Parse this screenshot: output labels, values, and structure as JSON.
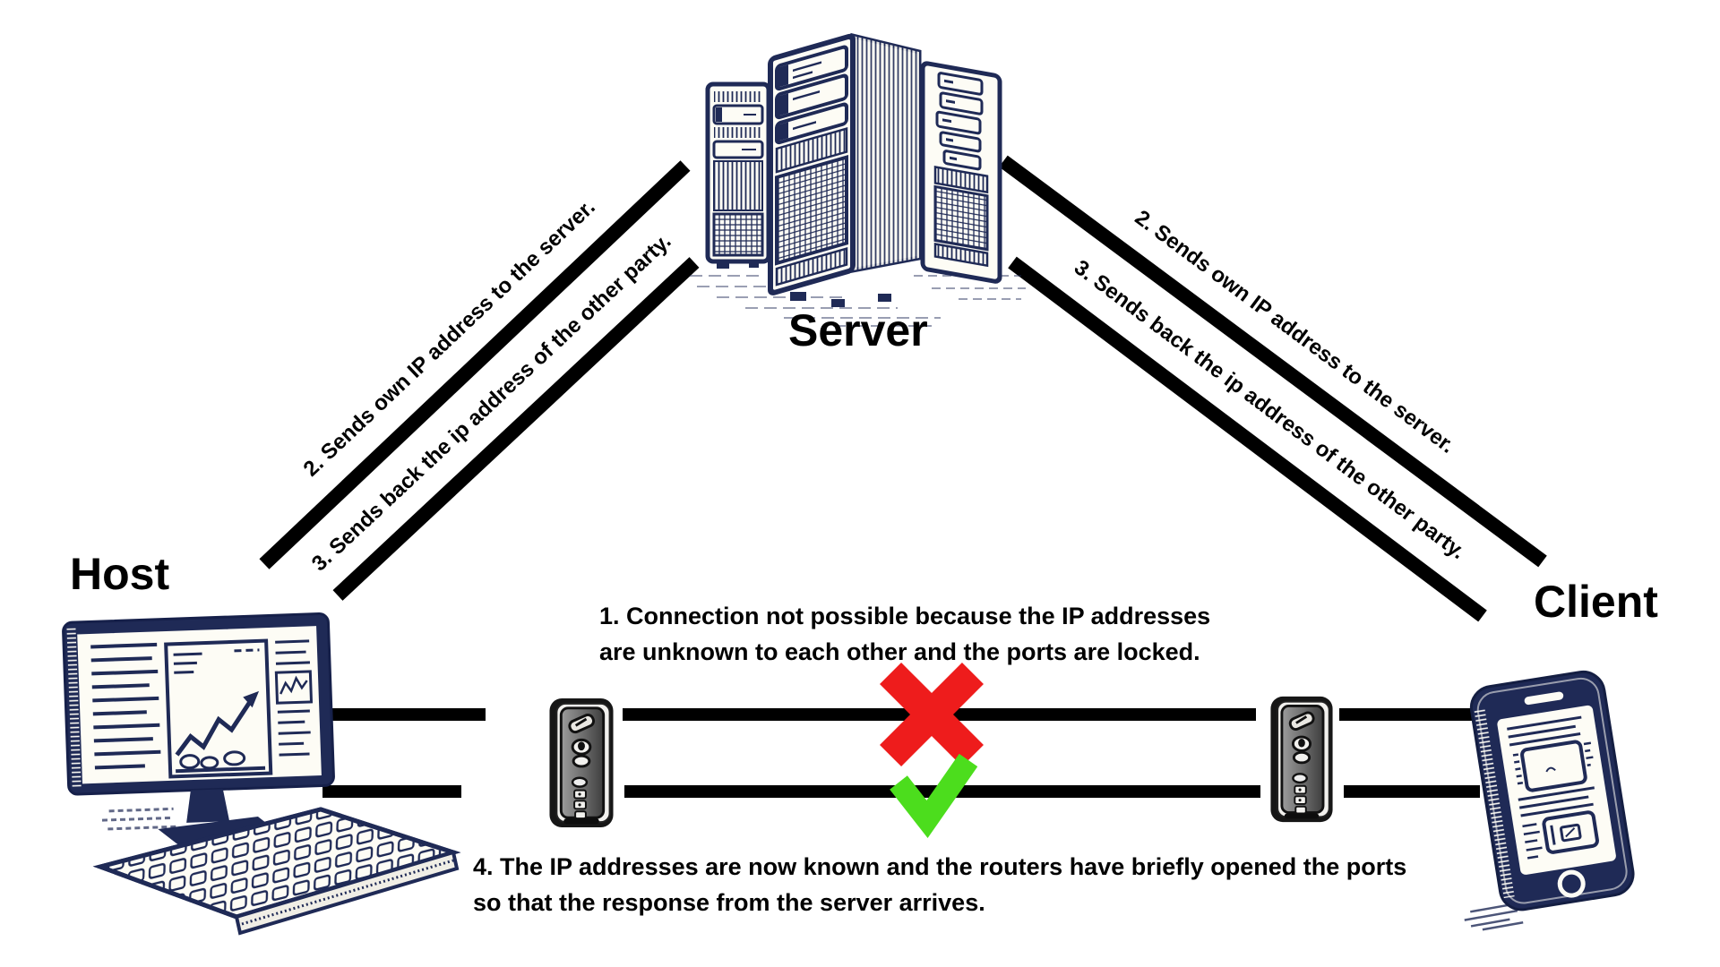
{
  "diagram": {
    "nodes": {
      "server": "Server",
      "host": "Host",
      "client": "Client"
    },
    "flows": {
      "host_step2": "2. Sends own IP address to the server.",
      "host_step3": "3. Sends back the ip address of the other party.",
      "client_step2": "2. Sends own IP address to the server.",
      "client_step3": "3. Sends back the ip address of the other party."
    },
    "captions": {
      "step1_line1": "1. Connection not possible because the IP addresses",
      "step1_line2": "are unknown to each other and the ports are locked.",
      "step4_line1": "4. The IP addresses are now known and the routers have briefly opened the ports",
      "step4_line2": "so that the response from the server arrives."
    },
    "icons": {
      "server": "server-rack-icon",
      "host": "desktop-computer-icon",
      "client": "smartphone-icon",
      "router_left": "router-icon",
      "router_right": "router-icon",
      "blocked": "red-cross-icon",
      "allowed": "green-check-icon"
    },
    "colors": {
      "cross": "#ee1c1c",
      "check": "#4cdd1d",
      "ink": "#1f2a56",
      "line": "#000000"
    }
  }
}
